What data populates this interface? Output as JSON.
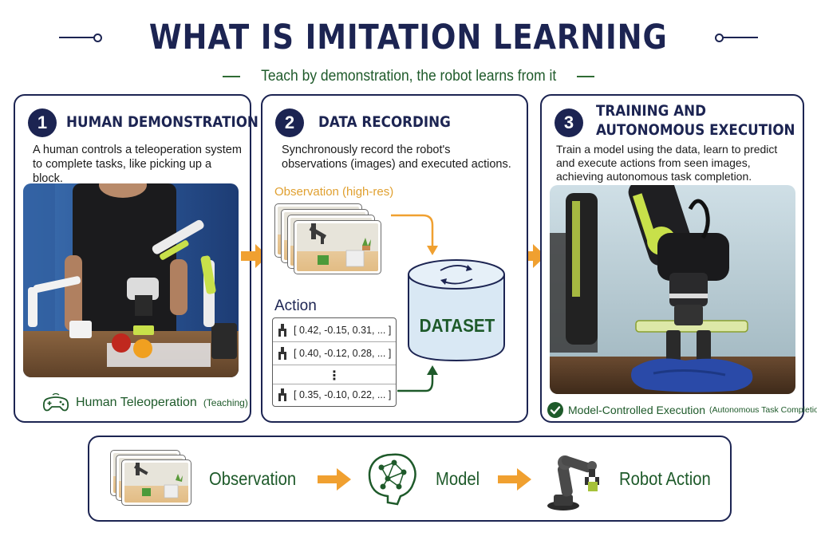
{
  "header": {
    "title": "WHAT IS IMITATION LEARNING",
    "subtitle": "Teach by demonstration, the robot learns from it"
  },
  "panels": [
    {
      "number": "1",
      "title": "HUMAN DEMONSTRATION",
      "description": "A human controls a teleoperation system to complete tasks, like picking up a block.",
      "caption_main": "Human Teleoperation",
      "caption_sub": "(Teaching)",
      "caption_icon": "gamepad-icon"
    },
    {
      "number": "2",
      "title": "DATA RECORDING",
      "description": "Synchronously record the robot's observations (images) and executed actions.",
      "observation_label": "Observation (high-res)",
      "action_label": "Action",
      "actions": [
        "[ 0.42, -0.15, 0.31, ... ]",
        "[ 0.40, -0.12, 0.28, ... ]",
        "⋮",
        "[ 0.35, -0.10, 0.22, ... ]"
      ],
      "dataset_label": "DATASET"
    },
    {
      "number": "3",
      "title_line1": "TRAINING AND",
      "title_line2": "AUTONOMOUS EXECUTION",
      "description": "Train a model using the data, learn to predict and execute actions from seen images, achieving autonomous task completion.",
      "caption_main": "Model-Controlled Execution",
      "caption_sub": "(Autonomous Task Completion)",
      "caption_icon": "check-circle-icon"
    }
  ],
  "pipeline": {
    "observation": "Observation",
    "model": "Model",
    "robot_action": "Robot Action"
  },
  "colors": {
    "navy": "#1c2452",
    "green": "#1e5a2a",
    "orange": "#f0a030",
    "dataset_fill": "#d9e8f4",
    "robot_accent": "#c8e04a"
  }
}
